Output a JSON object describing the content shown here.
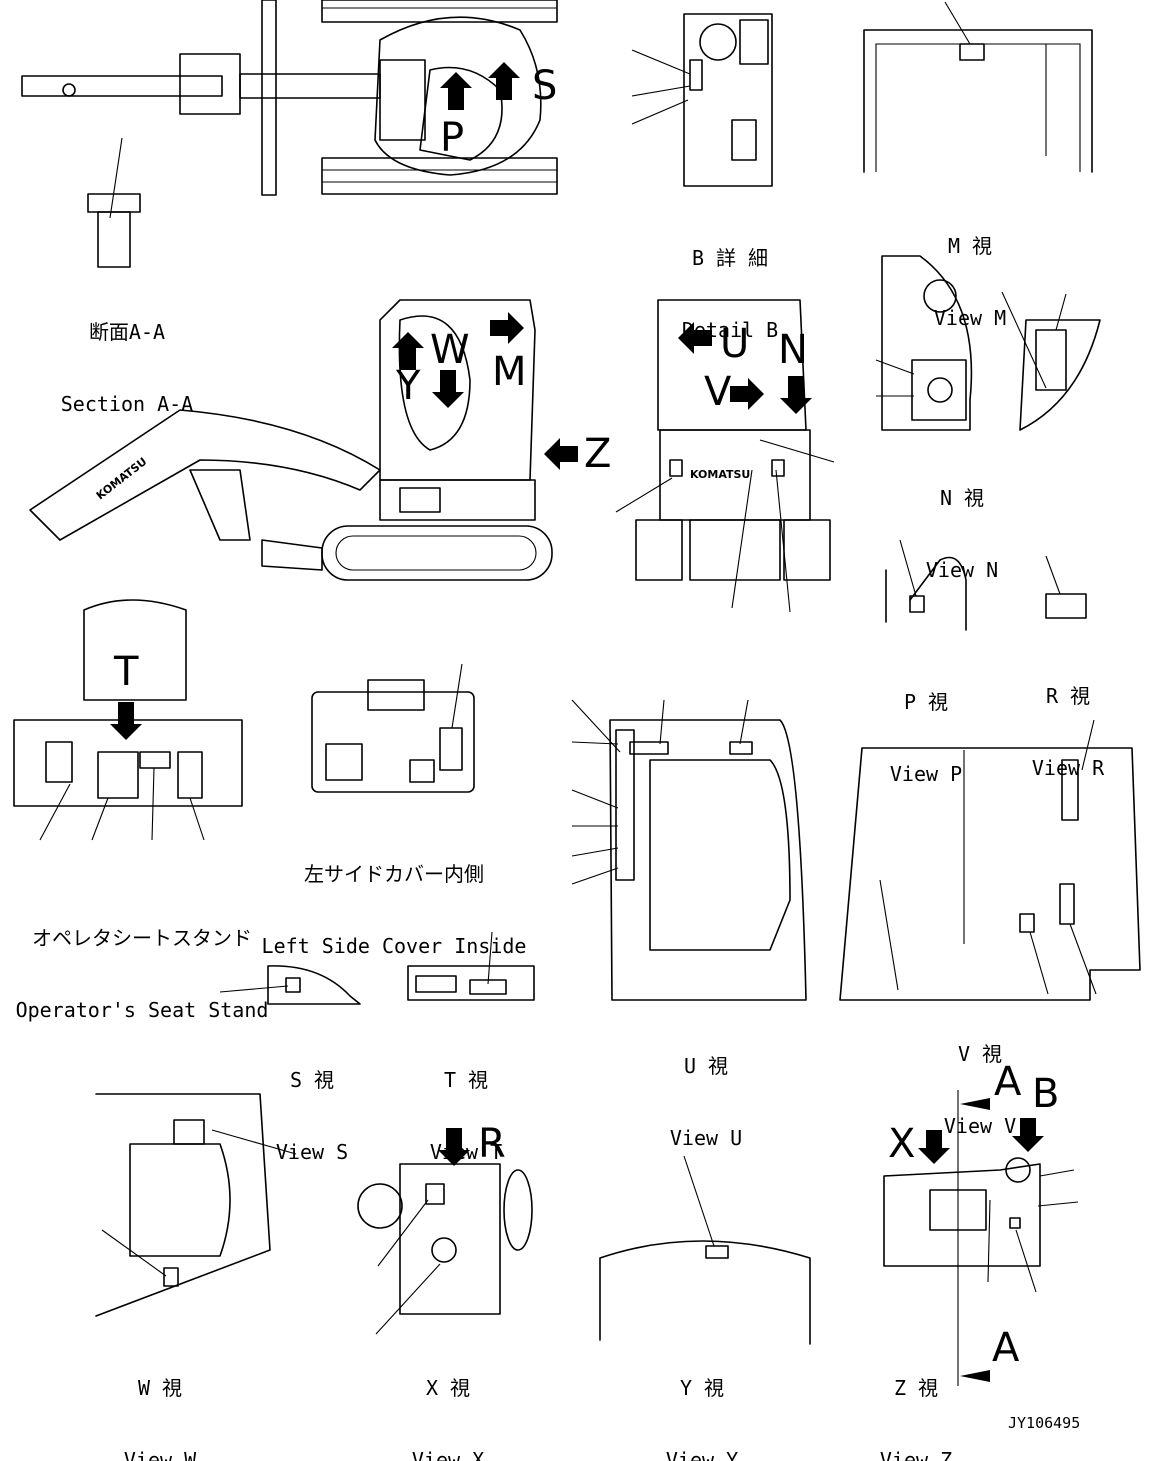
{
  "views": {
    "section_a": {
      "jp": "断面A-A",
      "en": "Section A-A"
    },
    "detail_b": {
      "jp": "B 詳 細",
      "en": "Detail B"
    },
    "view_m": {
      "jp": "M 視",
      "en": "View M"
    },
    "view_n": {
      "jp": "N 視",
      "en": "View N"
    },
    "view_p": {
      "jp": "P 視",
      "en": "View P"
    },
    "view_r": {
      "jp": "R 視",
      "en": "View R"
    },
    "left_cover": {
      "jp": "左サイドカバー内側",
      "en": "Left Side Cover Inside"
    },
    "seat_stand": {
      "jp": "オペレタシートスタンド",
      "en": "Operator's Seat Stand"
    },
    "view_s": {
      "jp": "S 視",
      "en": "View S"
    },
    "view_t": {
      "jp": "T 視",
      "en": "View T"
    },
    "view_u": {
      "jp": "U 視",
      "en": "View U"
    },
    "view_v": {
      "jp": "V 視",
      "en": "View V"
    },
    "view_w": {
      "jp": "W 視",
      "en": "View W"
    },
    "view_x": {
      "jp": "X 視",
      "en": "View X"
    },
    "view_y": {
      "jp": "Y 視",
      "en": "View Y"
    },
    "view_z": {
      "jp": "Z 視",
      "en": "View Z"
    }
  },
  "view_letters": {
    "p": "P",
    "s": "S",
    "w": "W",
    "y": "Y",
    "m": "M",
    "z": "Z",
    "u": "U",
    "v": "V",
    "n": "N",
    "t": "T",
    "r": "R",
    "x": "X",
    "a_top": "A",
    "b": "B",
    "a_bottom": "A"
  },
  "brand": "KOMATSU",
  "drawing_number": "JY106495"
}
